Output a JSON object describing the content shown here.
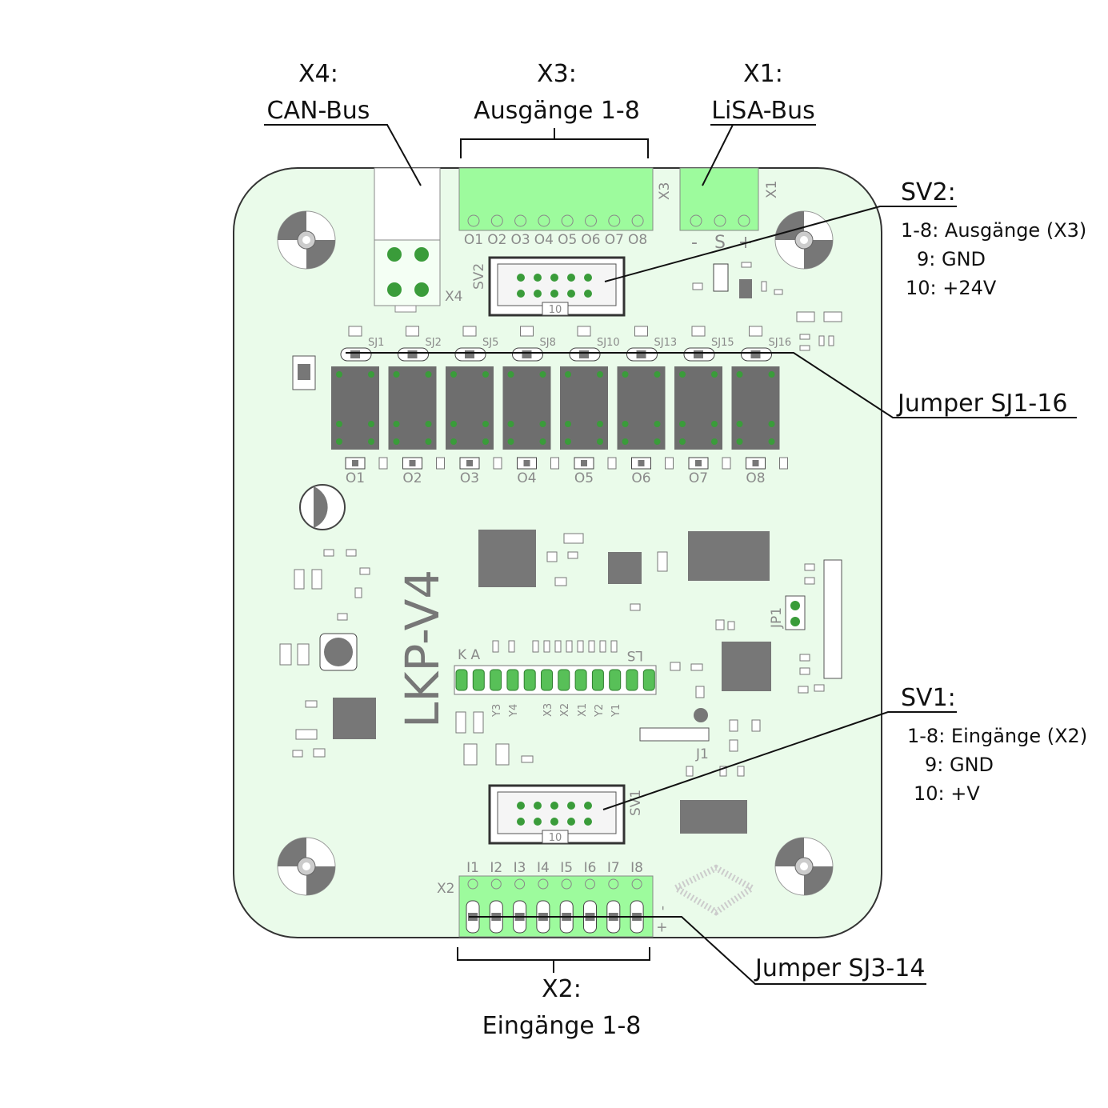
{
  "board": {
    "name": "LKP-V4"
  },
  "callouts": {
    "x4": {
      "line1": "X4:",
      "line2": "CAN-Bus"
    },
    "x3": {
      "line1": "X3:",
      "line2": "Ausgänge 1-8"
    },
    "x1": {
      "line1": "X1:",
      "line2": "LiSA-Bus"
    },
    "sv2": {
      "title": "SV2:",
      "lines": [
        "1-8: Ausgänge (X3)",
        "9: GND",
        "10: +24V"
      ]
    },
    "jumper_top": "Jumper SJ1-16",
    "sv1": {
      "title": "SV1:",
      "lines": [
        "1-8: Eingänge (X2)",
        "9: GND",
        "10: +V"
      ]
    },
    "jumper_bottom": "Jumper SJ3-14",
    "x2": {
      "line1": "X2:",
      "line2": "Eingänge 1-8"
    }
  },
  "silkscreen": {
    "x3_ref": "X3",
    "x1_ref": "X1",
    "x4_ref": "X4",
    "x2_ref": "X2",
    "sv2_ref": "SV2",
    "sv1_ref": "SV1",
    "jp1_ref": "JP1",
    "j1_ref": "J1",
    "header_pin_count": "10",
    "output_pins": [
      "O1",
      "O2",
      "O3",
      "O4",
      "O5",
      "O6",
      "O7",
      "O8"
    ],
    "x1_pins": [
      "-",
      "S",
      "+"
    ],
    "input_pins": [
      "I1",
      "I2",
      "I3",
      "I4",
      "I5",
      "I6",
      "I7",
      "I8"
    ],
    "jumpers": [
      "SJ1",
      "SJ2",
      "SJ5",
      "SJ8",
      "SJ10",
      "SJ13",
      "SJ15",
      "SJ16"
    ],
    "led_outputs": [
      "O1",
      "O2",
      "O3",
      "O4",
      "O5",
      "O6",
      "O7",
      "O8"
    ],
    "ka_label": "K A",
    "ls_label": "LS",
    "bottom_led_labels": [
      "Y3",
      "Y4",
      "X3",
      "X2",
      "X1",
      "Y2",
      "Y1"
    ],
    "x2_side": [
      "-",
      "+"
    ]
  },
  "colors": {
    "board": "#eafbea",
    "connector": "#9dfb9d",
    "component": "#6e6e6e",
    "pad": "#3a9c3a"
  }
}
